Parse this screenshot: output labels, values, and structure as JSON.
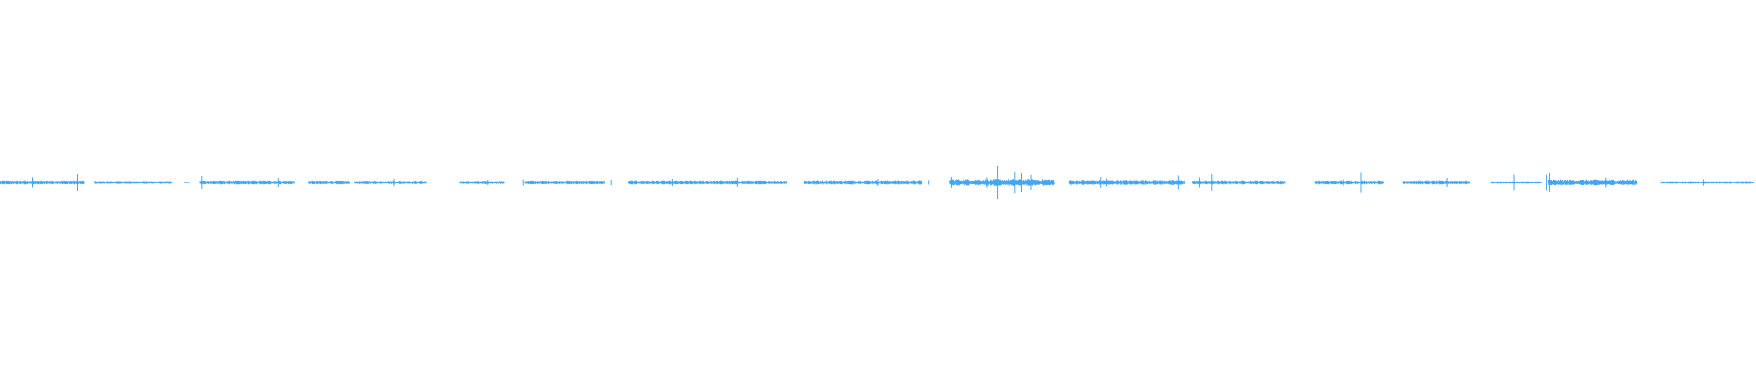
{
  "waveform": {
    "color": "#42a5f5",
    "background": "#ffffff",
    "segments": [
      [
        0.0,
        0.048,
        0.2
      ],
      [
        0.054,
        0.098,
        0.13
      ],
      [
        0.105,
        0.108,
        0.04
      ],
      [
        0.114,
        0.168,
        0.2
      ],
      [
        0.176,
        0.199,
        0.18
      ],
      [
        0.202,
        0.243,
        0.16
      ],
      [
        0.262,
        0.287,
        0.14
      ],
      [
        0.299,
        0.344,
        0.19
      ],
      [
        0.358,
        0.448,
        0.2
      ],
      [
        0.458,
        0.525,
        0.22
      ],
      [
        0.541,
        0.6,
        0.35
      ],
      [
        0.609,
        0.675,
        0.26
      ],
      [
        0.679,
        0.732,
        0.2
      ],
      [
        0.749,
        0.788,
        0.2
      ],
      [
        0.799,
        0.837,
        0.2
      ],
      [
        0.849,
        0.878,
        0.1
      ],
      [
        0.882,
        0.932,
        0.3
      ],
      [
        0.946,
        0.999,
        0.11
      ]
    ],
    "spikes": [
      [
        0.0185,
        0.55
      ],
      [
        0.044,
        0.9
      ],
      [
        0.115,
        0.7
      ],
      [
        0.1585,
        0.5
      ],
      [
        0.2245,
        0.4
      ],
      [
        0.278,
        0.3
      ],
      [
        0.298,
        0.35
      ],
      [
        0.348,
        0.3
      ],
      [
        0.36,
        0.25
      ],
      [
        0.383,
        0.4
      ],
      [
        0.42,
        0.5
      ],
      [
        0.486,
        0.25
      ],
      [
        0.5,
        0.4
      ],
      [
        0.529,
        0.25
      ],
      [
        0.542,
        0.6
      ],
      [
        0.562,
        0.55
      ],
      [
        0.568,
        1.8
      ],
      [
        0.578,
        1.2
      ],
      [
        0.5815,
        1.0
      ],
      [
        0.587,
        0.8
      ],
      [
        0.627,
        0.6
      ],
      [
        0.63,
        0.45
      ],
      [
        0.671,
        0.75
      ],
      [
        0.683,
        0.55
      ],
      [
        0.69,
        0.9
      ],
      [
        0.765,
        0.35
      ],
      [
        0.775,
        1.05
      ],
      [
        0.824,
        0.5
      ],
      [
        0.862,
        0.85
      ],
      [
        0.8805,
        0.85
      ],
      [
        0.8825,
        1.0
      ],
      [
        0.9145,
        0.55
      ],
      [
        0.97,
        0.35
      ]
    ]
  }
}
